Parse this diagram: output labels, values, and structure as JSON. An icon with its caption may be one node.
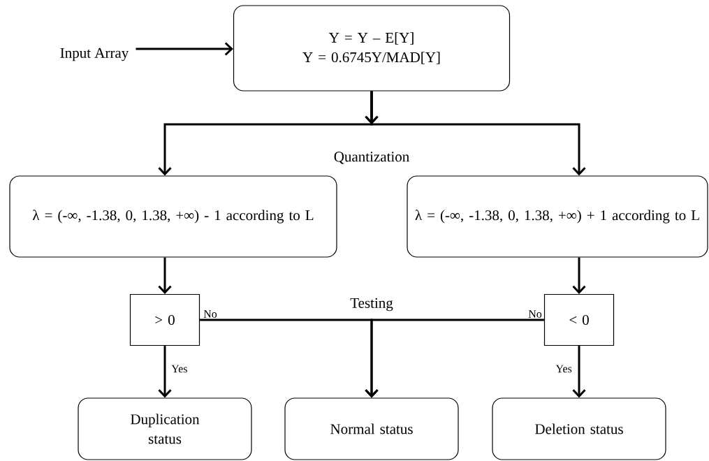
{
  "diagram": {
    "nodes": [
      {
        "text": [
          "Input Array"
        ]
      },
      {
        "text": [
          "Y = Y – E[Y]",
          "Y = 0.6745Y/MAD[Y]"
        ]
      },
      {
        "text": [
          "λ = (-∞, -1.38, 0, 1.38, +∞) - 1 according to L"
        ]
      },
      {
        "text": [
          "λ = (-∞, -1.38, 0, 1.38, +∞) + 1 according to L"
        ]
      },
      {
        "text": [
          "> 0"
        ]
      },
      {
        "text": [
          "< 0"
        ]
      },
      {
        "text": [
          "Duplication status"
        ]
      },
      {
        "text": [
          "Normal status"
        ]
      },
      {
        "text": [
          "Deletion status"
        ]
      }
    ],
    "edges": [
      {
        "from": 0,
        "to": 1,
        "arrow": "to"
      },
      {
        "from": 1,
        "to": 2,
        "arrow": "to"
      },
      {
        "from": 1,
        "to": 3,
        "arrow": "to"
      },
      {
        "from": 2,
        "to": 4,
        "arrow": "to"
      },
      {
        "from": 3,
        "to": 5,
        "arrow": "to"
      },
      {
        "from": 4,
        "to": 6,
        "arrow": "to",
        "label": "Yes"
      },
      {
        "from": 4,
        "to": 7,
        "arrow": "to",
        "label": "No"
      },
      {
        "from": 5,
        "to": 7,
        "arrow": "to",
        "label": "No"
      },
      {
        "from": 5,
        "to": 8,
        "arrow": "to",
        "label": "Yes"
      }
    ],
    "labels": [
      "Quantization",
      "Testing"
    ]
  }
}
